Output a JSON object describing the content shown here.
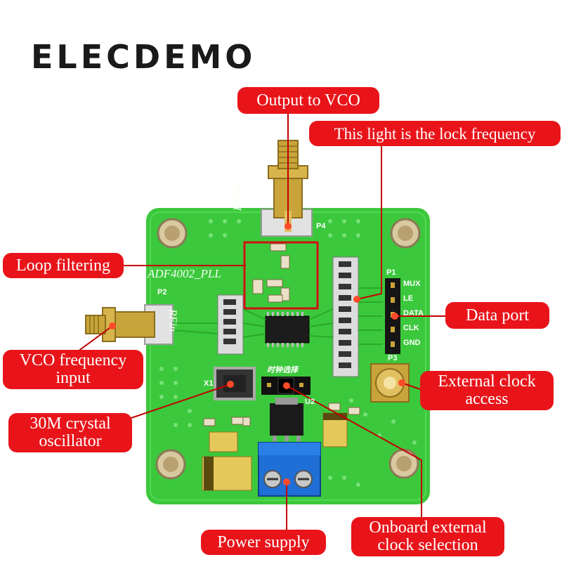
{
  "brand": "ELECDEMO",
  "callouts": {
    "output_vco": "Output to VCO",
    "lock_light": "This light is the lock frequency",
    "loop_filtering": "Loop filtering",
    "data_port": "Data port",
    "vco_input_line1": "VCO frequency",
    "vco_input_line2": "input",
    "ext_clock_line1": "External clock",
    "ext_clock_line2": "access",
    "crystal_line1": "30M crystal",
    "crystal_line2": "oscillator",
    "power_supply": "Power supply",
    "clock_sel_line1": "Onboard external",
    "clock_sel_line2": "clock selection"
  },
  "board_text": {
    "part": "ADF4002_PLL",
    "rfout": "RFout",
    "rfin": "RFin",
    "p1": "P1",
    "p2": "P2",
    "p3": "P3",
    "p4": "P4",
    "x1": "X1",
    "u2": "U2",
    "pins": [
      "MUX",
      "LE",
      "DATA",
      "CLK",
      "GND"
    ],
    "clock_select_cn": "时钟选择"
  },
  "colors": {
    "pcb": "#3cc83c",
    "callout": "#e8141a",
    "callout_line": "#c00000",
    "gold": "#c9a43a",
    "terminal": "#1f6fd6"
  }
}
